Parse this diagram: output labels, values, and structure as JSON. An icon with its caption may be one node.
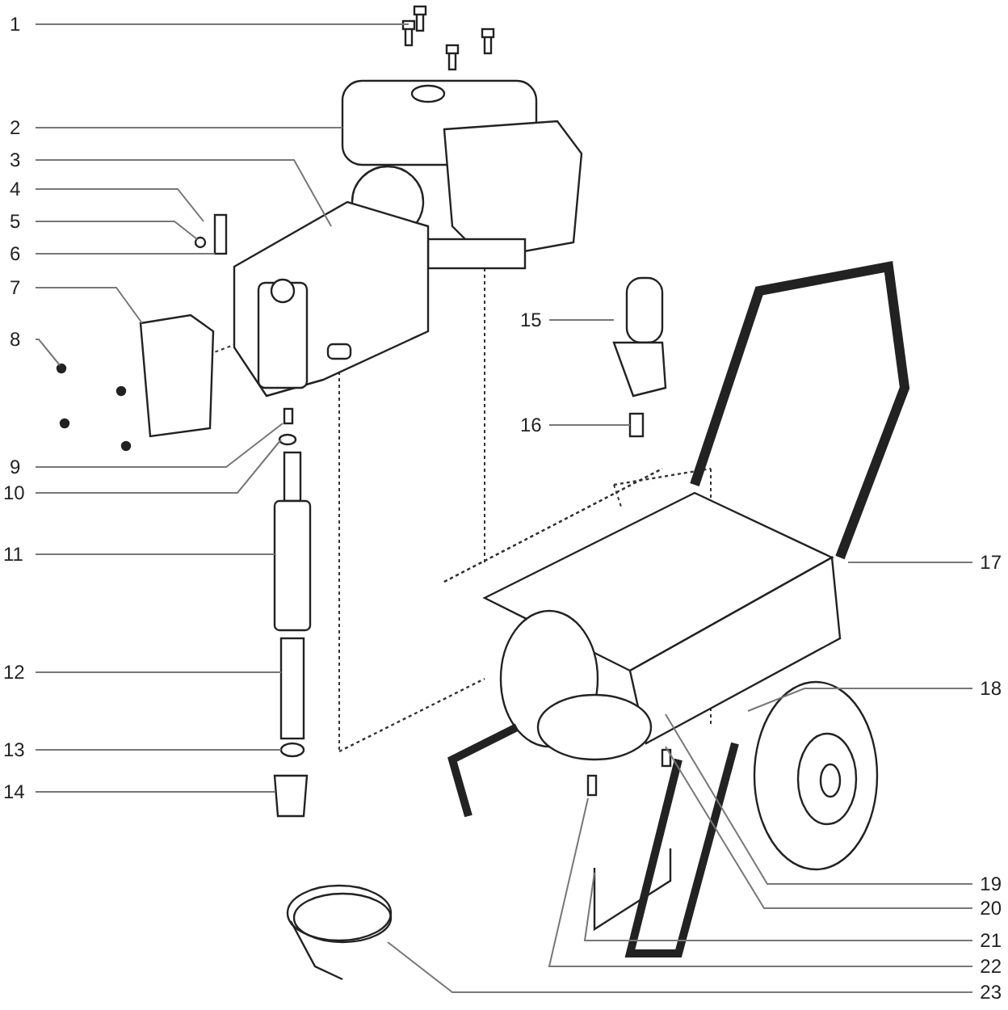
{
  "diagram": {
    "nodes": [
      {
        "text": [
          "1"
        ]
      },
      {
        "text": [
          "2"
        ]
      },
      {
        "text": [
          "3"
        ]
      },
      {
        "text": [
          "4"
        ]
      },
      {
        "text": [
          "5"
        ]
      },
      {
        "text": [
          "6"
        ]
      },
      {
        "text": [
          "7"
        ]
      },
      {
        "text": [
          "8"
        ]
      },
      {
        "text": [
          "9"
        ]
      },
      {
        "text": [
          "10"
        ]
      },
      {
        "text": [
          "11"
        ]
      },
      {
        "text": [
          "12"
        ]
      },
      {
        "text": [
          "13"
        ]
      },
      {
        "text": [
          "14"
        ]
      },
      {
        "text": [
          "15"
        ]
      },
      {
        "text": [
          "16"
        ]
      },
      {
        "text": [
          "17"
        ]
      },
      {
        "text": [
          "18"
        ]
      },
      {
        "text": [
          "19"
        ]
      },
      {
        "text": [
          "20"
        ]
      },
      {
        "text": [
          "21"
        ]
      },
      {
        "text": [
          "22"
        ]
      },
      {
        "text": [
          "23"
        ]
      }
    ],
    "edges": [
      {
        "from": 0,
        "to": null,
        "arrow": "none"
      },
      {
        "from": 1,
        "to": null,
        "arrow": "none"
      },
      {
        "from": 2,
        "to": null,
        "arrow": "none"
      },
      {
        "from": 3,
        "to": null,
        "arrow": "none"
      },
      {
        "from": 4,
        "to": null,
        "arrow": "none"
      },
      {
        "from": 5,
        "to": null,
        "arrow": "none"
      },
      {
        "from": 6,
        "to": null,
        "arrow": "none"
      },
      {
        "from": 7,
        "to": null,
        "arrow": "none"
      },
      {
        "from": 8,
        "to": null,
        "arrow": "none"
      },
      {
        "from": 9,
        "to": null,
        "arrow": "none"
      },
      {
        "from": 10,
        "to": null,
        "arrow": "none"
      },
      {
        "from": 11,
        "to": null,
        "arrow": "none"
      },
      {
        "from": 12,
        "to": null,
        "arrow": "none"
      },
      {
        "from": 13,
        "to": null,
        "arrow": "none"
      },
      {
        "from": 14,
        "to": null,
        "arrow": "none"
      },
      {
        "from": 15,
        "to": null,
        "arrow": "none"
      },
      {
        "from": 16,
        "to": null,
        "arrow": "none"
      },
      {
        "from": 17,
        "to": null,
        "arrow": "none"
      },
      {
        "from": 18,
        "to": null,
        "arrow": "none"
      },
      {
        "from": 19,
        "to": null,
        "arrow": "none"
      },
      {
        "from": 20,
        "to": null,
        "arrow": "none"
      },
      {
        "from": 21,
        "to": null,
        "arrow": "none"
      },
      {
        "from": 22,
        "to": null,
        "arrow": "none"
      }
    ]
  }
}
